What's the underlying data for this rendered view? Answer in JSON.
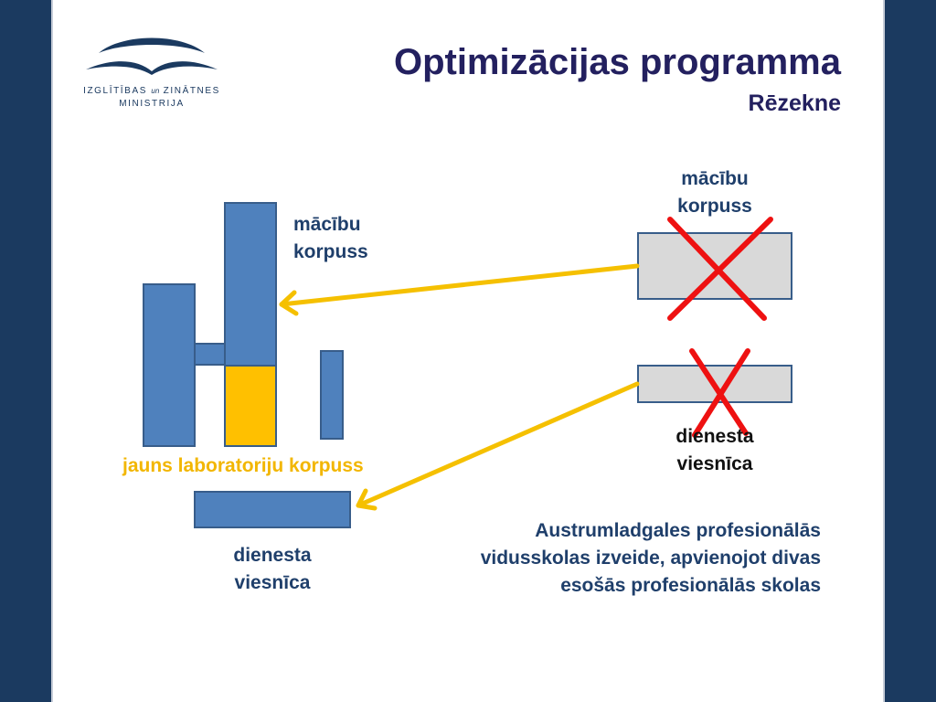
{
  "logo": {
    "line1": "IZGLĪTĪBAS",
    "line1_small": "un",
    "line2": "ZINĀTNES",
    "line3": "MINISTRIJA"
  },
  "title": "Optimizācijas programma",
  "subtitle": "Rēzekne",
  "labels": {
    "left_study_building": [
      "mācību",
      "korpuss"
    ],
    "right_study_building": [
      "mācību",
      "korpuss"
    ],
    "right_dormitory": [
      "dienesta",
      "viesnīca"
    ],
    "left_dormitory": [
      "dienesta",
      "viesnīca"
    ],
    "new_lab_building": "jauns laboratoriju korpuss"
  },
  "note": [
    "Austrumladgales profesionālās",
    "vidusskolas izveide, apvienojot divas",
    "esošās profesionālās skolas"
  ],
  "colors": {
    "sidebar": "#1b3a60",
    "building": "#4f81bd",
    "building_border": "#385d8a",
    "new_building": "#ffc000",
    "removed_building": "#d9d9d9",
    "arrow": "#f5c000",
    "cross": "#ee1111"
  }
}
